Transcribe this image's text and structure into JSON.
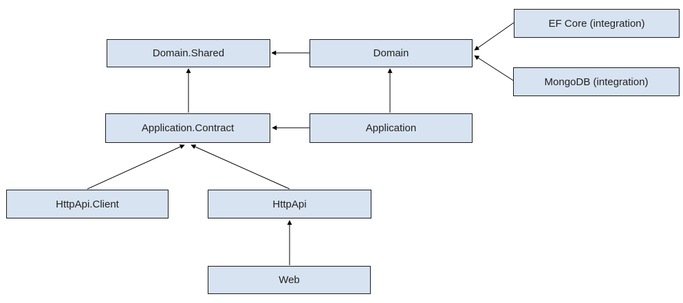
{
  "diagram": {
    "type": "dependency-graph",
    "nodes": [
      {
        "id": "domain-shared",
        "label": "Domain.Shared"
      },
      {
        "id": "domain",
        "label": "Domain"
      },
      {
        "id": "ef-core",
        "label": "EF Core (integration)"
      },
      {
        "id": "mongodb",
        "label": "MongoDB (integration)"
      },
      {
        "id": "application-contract",
        "label": "Application.Contract"
      },
      {
        "id": "application",
        "label": "Application"
      },
      {
        "id": "httpapi-client",
        "label": "HttpApi.Client"
      },
      {
        "id": "httpapi",
        "label": "HttpApi"
      },
      {
        "id": "web",
        "label": "Web"
      }
    ],
    "edges": [
      {
        "from": "domain",
        "to": "domain-shared"
      },
      {
        "from": "ef-core",
        "to": "domain"
      },
      {
        "from": "mongodb",
        "to": "domain"
      },
      {
        "from": "application-contract",
        "to": "domain-shared"
      },
      {
        "from": "application",
        "to": "domain"
      },
      {
        "from": "application",
        "to": "application-contract"
      },
      {
        "from": "httpapi-client",
        "to": "application-contract"
      },
      {
        "from": "httpapi",
        "to": "application-contract"
      },
      {
        "from": "web",
        "to": "httpapi"
      }
    ]
  },
  "colors": {
    "background": "#ffffff",
    "node_fill": "#d7e3f1",
    "node_border": "#1b1b1b",
    "node_text": "#1f1f1f",
    "arrow": "#000000"
  }
}
